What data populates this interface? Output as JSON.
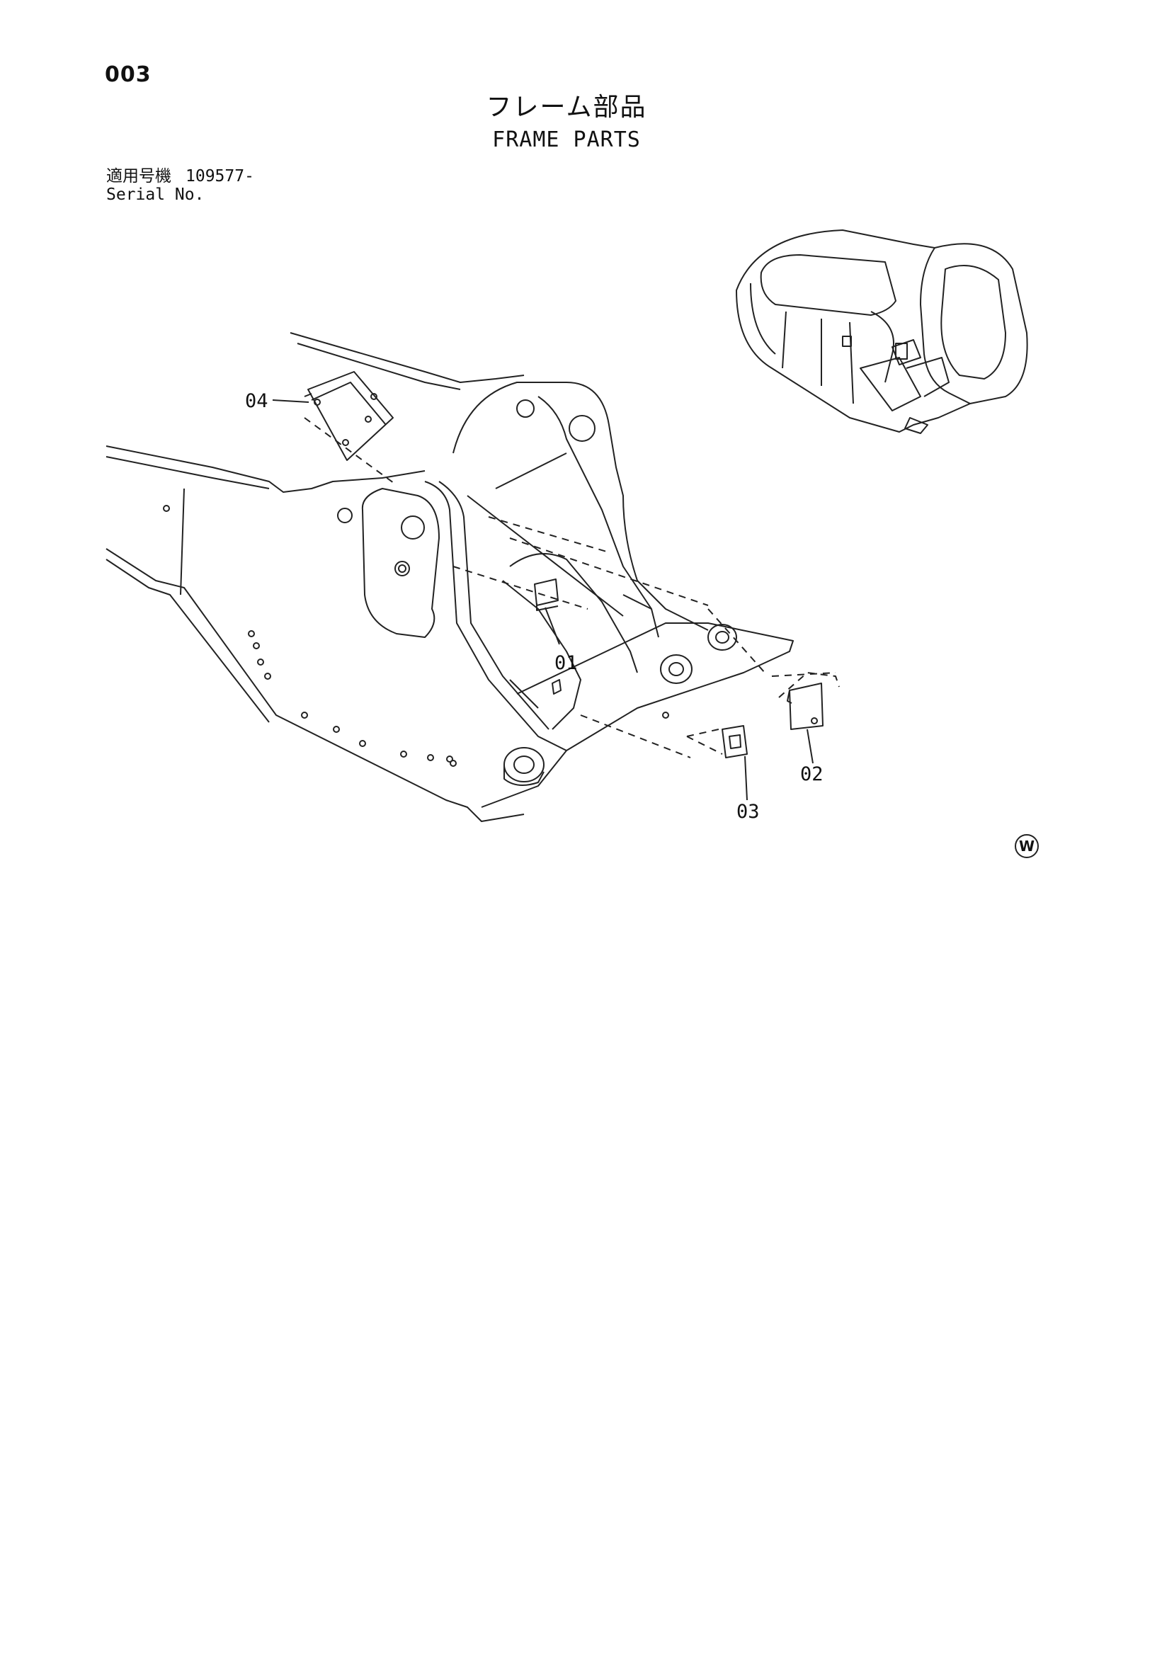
{
  "page": {
    "number": "003",
    "title_ja": "フレーム部品",
    "title_en": "FRAME PARTS"
  },
  "serial": {
    "label_ja": "適用号機",
    "value": "109577-",
    "label_en": "Serial No."
  },
  "callouts": {
    "c01": "01",
    "c02": "02",
    "c03": "03",
    "c04": "04"
  },
  "mark": {
    "symbol": "W"
  }
}
